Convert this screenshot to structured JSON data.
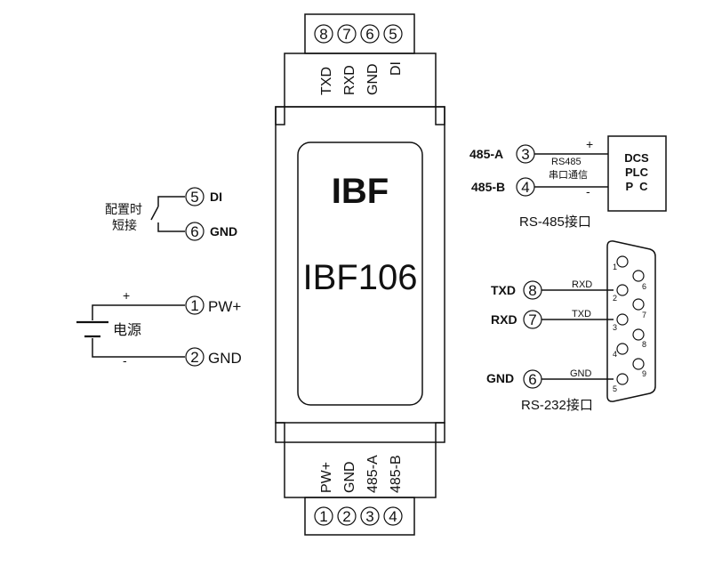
{
  "device": {
    "brand": "IBF",
    "model": "IBF106",
    "top_labels": [
      "TXD",
      "RXD",
      "GND",
      "DI"
    ],
    "top_pins": [
      "8",
      "7",
      "6",
      "5"
    ],
    "bottom_labels": [
      "PW+",
      "GND",
      "485-A",
      "485-B"
    ],
    "bottom_pins": [
      "1",
      "2",
      "3",
      "4"
    ]
  },
  "config": {
    "label_line1": "配置时",
    "label_line2": "短接",
    "pin_di": "5",
    "di_label": "DI",
    "pin_gnd": "6",
    "gnd_label": "GND"
  },
  "power": {
    "plus": "+",
    "minus": "-",
    "label": "电源",
    "pin_pw": "1",
    "pw_label": "PW+",
    "pin_gnd": "2",
    "gnd_label": "GND"
  },
  "rs485": {
    "a_label": "485-A",
    "a_pin": "3",
    "b_label": "485-B",
    "b_pin": "4",
    "plus": "+",
    "minus": "-",
    "comm_line1": "RS485",
    "comm_line2": "串口通信",
    "box_line1": "DCS",
    "box_line2": "PLC",
    "box_line3": "P  C",
    "caption": "RS-485接口"
  },
  "rs232": {
    "txd_label": "TXD",
    "txd_pin": "8",
    "txd_signal": "RXD",
    "rxd_label": "RXD",
    "rxd_pin": "7",
    "rxd_signal": "TXD",
    "gnd_label": "GND",
    "gnd_pin": "6",
    "gnd_signal": "GND",
    "db9_pins": [
      "1",
      "2",
      "3",
      "4",
      "5",
      "6",
      "7",
      "8",
      "9"
    ],
    "caption": "RS-232接口"
  }
}
